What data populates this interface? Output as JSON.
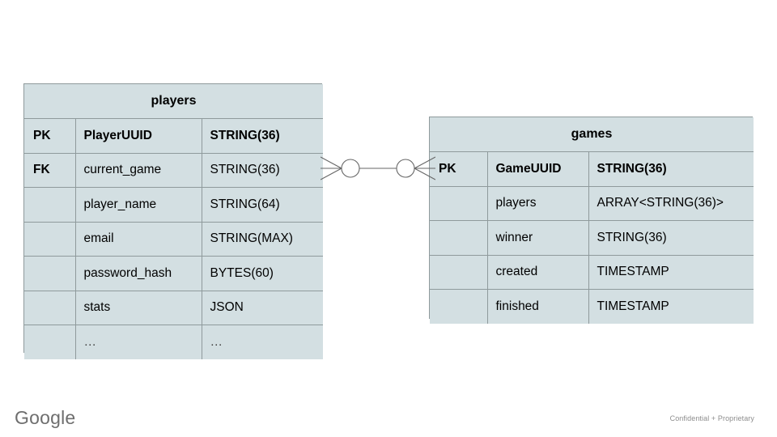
{
  "slide": {
    "background_color": "#ffffff",
    "entity_fill_color": "#d3dfe2",
    "entity_border_color": "#8f9a9c",
    "connector_color": "#666666"
  },
  "entities": [
    {
      "id": "players",
      "title": "players",
      "columns": [
        {
          "key": "PK",
          "name": "PlayerUUID",
          "type": "STRING(36)",
          "bold": true
        },
        {
          "key": "FK",
          "name": "current_game",
          "type": "STRING(36)",
          "bold": false
        },
        {
          "key": "",
          "name": "player_name",
          "type": "STRING(64)",
          "bold": false
        },
        {
          "key": "",
          "name": "email",
          "type": "STRING(MAX)",
          "bold": false
        },
        {
          "key": "",
          "name": "password_hash",
          "type": "BYTES(60)",
          "bold": false
        },
        {
          "key": "",
          "name": "stats",
          "type": "JSON",
          "bold": false
        },
        {
          "key": "",
          "name": "…",
          "type": "…",
          "bold": false
        }
      ]
    },
    {
      "id": "games",
      "title": "games",
      "columns": [
        {
          "key": "PK",
          "name": "GameUUID",
          "type": "STRING(36)",
          "bold": true
        },
        {
          "key": "",
          "name": "players",
          "type": "ARRAY<STRING(36)>",
          "bold": false
        },
        {
          "key": "",
          "name": "winner",
          "type": "STRING(36)",
          "bold": false
        },
        {
          "key": "",
          "name": "created",
          "type": "TIMESTAMP",
          "bold": false
        },
        {
          "key": "",
          "name": "finished",
          "type": "TIMESTAMP",
          "bold": false
        }
      ]
    }
  ],
  "relationship": {
    "notation": "crows-foot",
    "left_cardinality": "zero-or-many",
    "right_cardinality": "zero-or-many",
    "from_entity": "players",
    "from_column": "current_game",
    "to_entity": "games",
    "to_column": "GameUUID"
  },
  "footer": {
    "logo_text": "Google",
    "confidential_text": "Confidential + Proprietary"
  }
}
